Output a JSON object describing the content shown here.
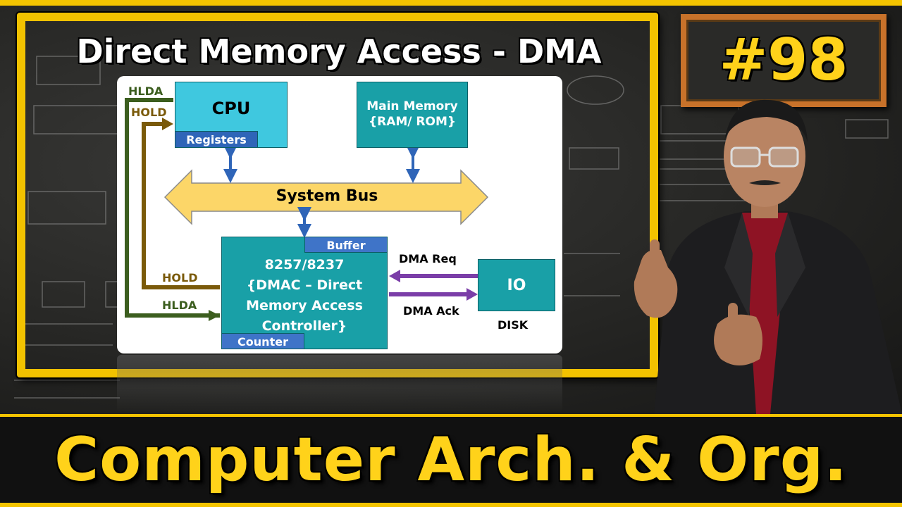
{
  "episode": {
    "number": "#98"
  },
  "title": "Direct Memory Access - DMA",
  "series_title": "Computer Arch. & Org.",
  "diagram": {
    "cpu": {
      "label": "CPU",
      "sub": "Registers"
    },
    "main_memory": {
      "line1": "Main Memory",
      "line2": "{RAM/ ROM}"
    },
    "system_bus": "System Bus",
    "dmac": {
      "line1": "8257/8237",
      "line2": "{DMAC – Direct",
      "line3": "Memory Access",
      "line4": "Controller}",
      "buffer": "Buffer",
      "counter": "Counter"
    },
    "io": {
      "label": "IO",
      "sub": "DISK"
    },
    "signals": {
      "hlda_top": "HLDA",
      "hold_top": "HOLD",
      "hold_bottom": "HOLD",
      "hlda_bottom": "HLDA",
      "dma_req": "DMA Req",
      "dma_ack": "DMA Ack"
    }
  },
  "colors": {
    "accent_yellow": "#f4c400",
    "cpu_fill": "#3fc8df",
    "box_fill": "#19a0a7",
    "sub_fill": "#3f74c8",
    "bus_fill": "#fcd668",
    "hlda_line": "#3c5e1f",
    "hold_line": "#7a5a0a",
    "dma_arrow": "#7b3ea8"
  }
}
